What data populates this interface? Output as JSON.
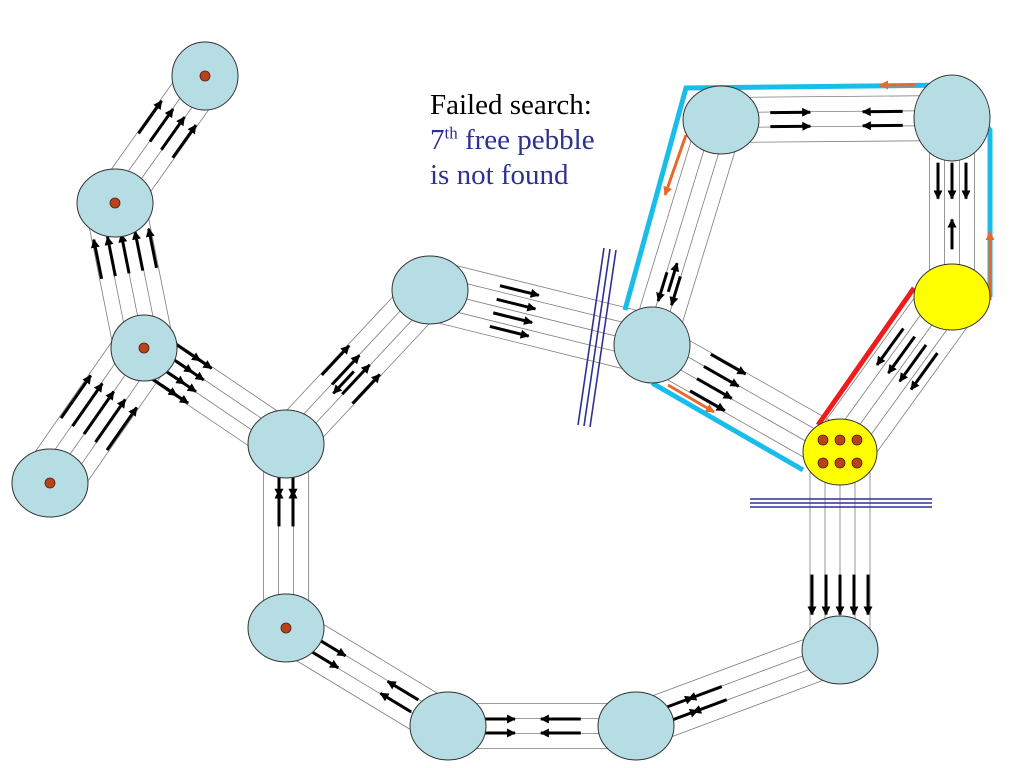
{
  "caption": {
    "line1": "Failed search:",
    "line2_number": "7",
    "line2_sup": "th",
    "line2_rest": " free pebble",
    "line3": "is not found"
  },
  "colors": {
    "node_fill": "#b6dde3",
    "highlight_fill": "#ffff00",
    "pebble": "#b5441c",
    "search_path": "#19bdea",
    "search_arrow": "#e8692c",
    "conflict_edge": "#ee1c1c",
    "cut_line": "#2e3192",
    "edge_arrow": "#000000"
  },
  "nodes": [
    {
      "id": "n1",
      "fill": "node",
      "pebbles": 1
    },
    {
      "id": "n2",
      "fill": "node",
      "pebbles": 1
    },
    {
      "id": "n3",
      "fill": "node",
      "pebbles": 1
    },
    {
      "id": "n4",
      "fill": "node",
      "pebbles": 1
    },
    {
      "id": "n5",
      "fill": "node",
      "pebbles": 0
    },
    {
      "id": "n6",
      "fill": "node",
      "pebbles": 0
    },
    {
      "id": "n7",
      "fill": "node",
      "pebbles": 1
    },
    {
      "id": "n8",
      "fill": "node",
      "pebbles": 0
    },
    {
      "id": "n9",
      "fill": "node",
      "pebbles": 0
    },
    {
      "id": "n10",
      "fill": "node",
      "pebbles": 0
    },
    {
      "id": "n11",
      "fill": "node",
      "pebbles": 0
    },
    {
      "id": "n12",
      "fill": "node",
      "pebbles": 0
    },
    {
      "id": "n13",
      "fill": "node",
      "pebbles": 0
    },
    {
      "id": "n14",
      "fill": "highlight",
      "pebbles": 0
    },
    {
      "id": "n15",
      "fill": "highlight",
      "pebbles": 6
    }
  ]
}
